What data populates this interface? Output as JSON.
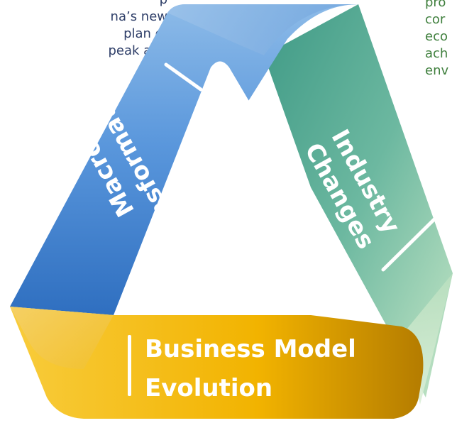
{
  "text_fragments": {
    "left_lines": [
      "p",
      "na’s new",
      "plan of",
      "peak and"
    ],
    "right_lines": [
      "pro",
      "cor",
      "eco",
      "ach",
      "env"
    ]
  },
  "diagram": {
    "segments": [
      {
        "id": "macro",
        "lines": [
          "Macro",
          "Transformation"
        ],
        "color": "#4e8fd6"
      },
      {
        "id": "industry",
        "lines": [
          "Industry",
          "Changes"
        ],
        "color": "#5fae98"
      },
      {
        "id": "business",
        "lines": [
          "Business Model",
          "Evolution"
        ],
        "color": "#f2b300"
      }
    ]
  }
}
